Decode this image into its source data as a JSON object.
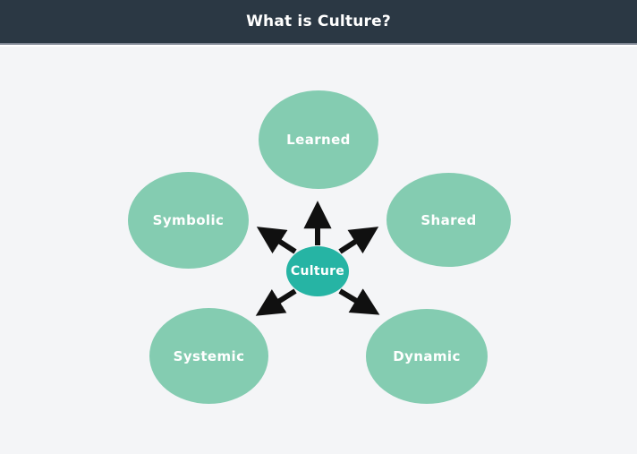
{
  "header": {
    "title": "What is Culture?"
  },
  "diagram": {
    "center": {
      "label": "Culture"
    },
    "nodes": [
      {
        "id": "learned",
        "label": "Learned",
        "position": "top"
      },
      {
        "id": "symbolic",
        "label": "Symbolic",
        "position": "left"
      },
      {
        "id": "shared",
        "label": "Shared",
        "position": "right"
      },
      {
        "id": "systemic",
        "label": "Systemic",
        "position": "bottom-left"
      },
      {
        "id": "dynamic",
        "label": "Dynamic",
        "position": "bottom-right"
      }
    ],
    "arrows": [
      {
        "from": "center",
        "direction": "up"
      },
      {
        "from": "center",
        "direction": "upper-left"
      },
      {
        "from": "center",
        "direction": "upper-right"
      },
      {
        "from": "center",
        "direction": "lower-left"
      },
      {
        "from": "center",
        "direction": "lower-right"
      }
    ],
    "colors": {
      "header_bg": "#2b3844",
      "header_border": "#7f8794",
      "canvas_bg": "#f4f5f7",
      "node_fill": "#84ccb1",
      "center_fill": "#26b4a4",
      "arrow": "#101010",
      "label_text": "#ffffff"
    }
  }
}
